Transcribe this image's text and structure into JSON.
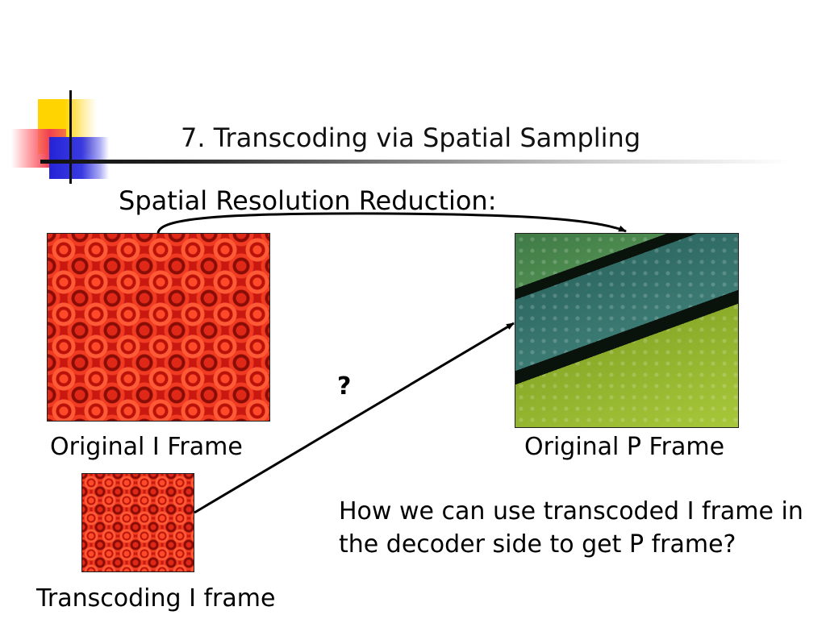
{
  "slide": {
    "title": "7. Transcoding via Spatial Sampling",
    "subtitle": "Spatial Resolution Reduction:",
    "question_mark": "?",
    "question_line1": "How we can use transcoded I frame in",
    "question_line2": "the decoder side to get P frame?"
  },
  "captions": {
    "original_i": "Original I Frame",
    "original_p": "Original P Frame",
    "transcoding_i": "Transcoding I frame"
  },
  "colors": {
    "accent_yellow": "#ffd400",
    "accent_red": "#f04050",
    "accent_blue": "#2424d8"
  }
}
